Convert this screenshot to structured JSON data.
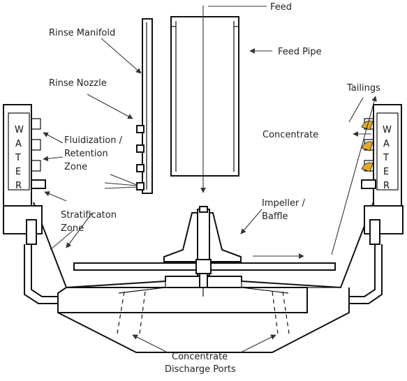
{
  "labels": {
    "feed": "Feed",
    "feed_pipe": "Feed Pipe",
    "rinse_manifold": "Rinse Manifold",
    "rinse_nozzle": "Rinse Nozzle",
    "fluidization_1": "Fluidization /",
    "fluidization_2": "Retention",
    "fluidization_3": "Zone",
    "stratification_1": "Stratificaton",
    "stratification_2": "Zone",
    "tailings": "Tailings",
    "concentrate": "Concentrate",
    "impeller_1": "Impeller /",
    "impeller_2": "Baffle",
    "discharge_1": "Concentrate",
    "discharge_2": "Discharge Ports"
  },
  "water_left": [
    "W",
    "A",
    "T",
    "E",
    "R"
  ],
  "water_right": [
    "W",
    "A",
    "T",
    "E",
    "R"
  ],
  "colors": {
    "outline": "#111111",
    "concentrate_accent": "#e0a82e"
  }
}
